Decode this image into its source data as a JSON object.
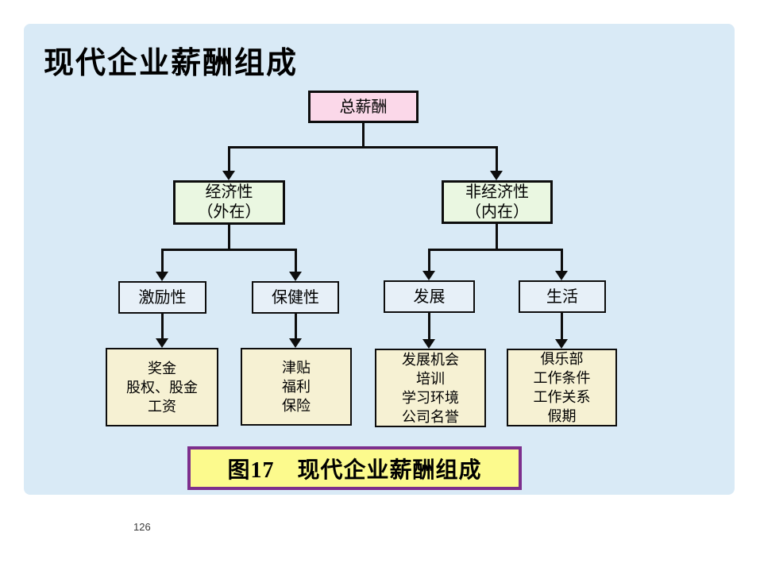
{
  "slide": {
    "title": "现代企业薪酬组成",
    "caption": "图17　现代企业薪酬组成",
    "page_number": "126"
  },
  "colors": {
    "panel_bg": "#d9eaf6",
    "root_box": "#fbd8e9",
    "level2_box": "#eaf7e1",
    "level3_box": "#e7f0f8",
    "leaf_box": "#f6f1d3",
    "caption_bg": "#fcfa8d",
    "caption_border": "#7d2f8d",
    "line": "#0d0d0d"
  },
  "tree": {
    "root": {
      "label": "总薪酬"
    },
    "level2": [
      {
        "lines": [
          "经济性",
          "（外在）"
        ]
      },
      {
        "lines": [
          "非经济性",
          "（内在）"
        ]
      }
    ],
    "level3": [
      {
        "label": "激励性"
      },
      {
        "label": "保健性"
      },
      {
        "label": "发展"
      },
      {
        "label": "生活"
      }
    ],
    "leaves": [
      {
        "lines": [
          "奖金",
          "股权、股金",
          "工资"
        ]
      },
      {
        "lines": [
          "津贴",
          "福利",
          "保险"
        ]
      },
      {
        "lines": [
          "发展机会",
          "培训",
          "学习环境",
          "公司名誉"
        ]
      },
      {
        "lines": [
          "俱乐部",
          "工作条件",
          "工作关系",
          "假期"
        ]
      }
    ]
  }
}
